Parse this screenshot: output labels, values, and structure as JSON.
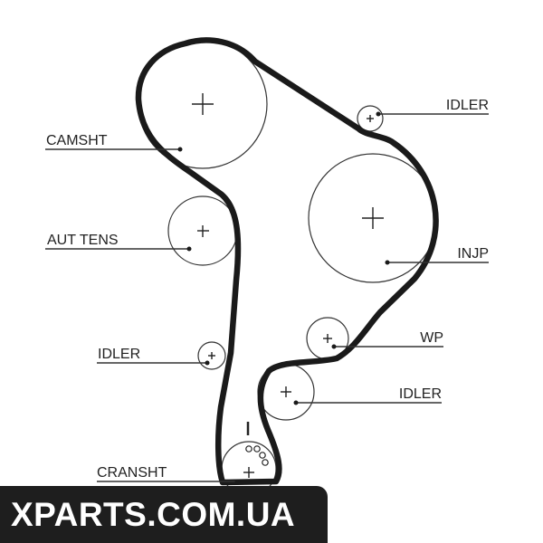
{
  "labels": {
    "camsht": "CAMSHT",
    "aut_tens": "AUT TENS",
    "idler_left": "IDLER",
    "cransht": "CRANSHT",
    "idler_top_right": "IDLER",
    "injp": "INJP",
    "wp": "WP",
    "idler_lower_right": "IDLER"
  },
  "watermark": {
    "text": "XPARTS.COM.UA",
    "background": "#1e1e1e",
    "color": "#ffffff"
  },
  "colors": {
    "belt": "#1a1a1a",
    "lines": "#333333",
    "background": "#ffffff"
  }
}
